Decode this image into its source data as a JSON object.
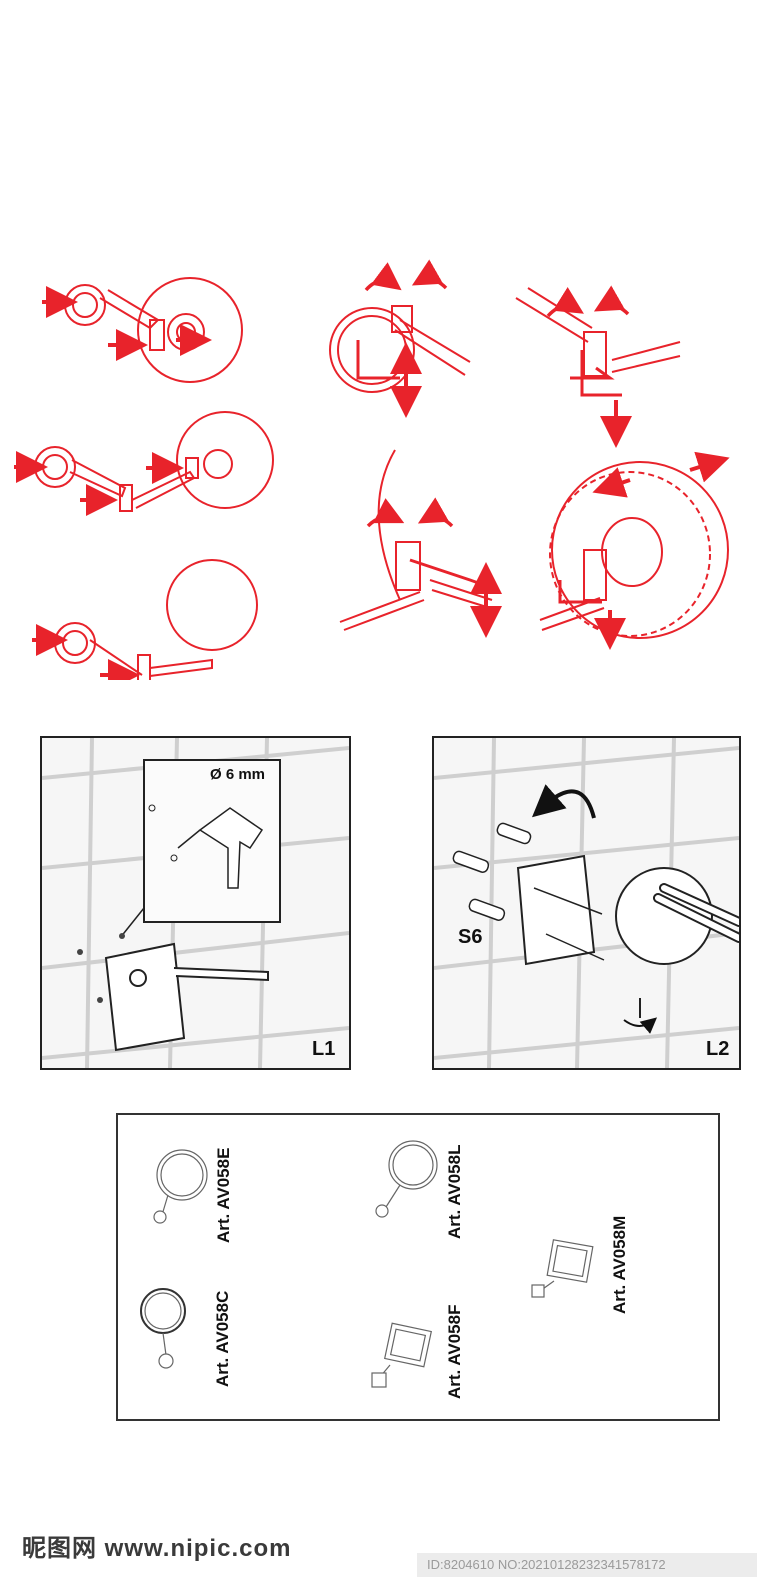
{
  "install": {
    "drill_label": "Ø 6 mm",
    "panel1_label": "L1",
    "panel2_label": "L2",
    "screw_label": "S6"
  },
  "models": {
    "items": [
      {
        "code": "Art. AV058E"
      },
      {
        "code": "Art. AV058L"
      },
      {
        "code": "Art. AV058M"
      },
      {
        "code": "Art. AV058C"
      },
      {
        "code": "Art. AV058F"
      }
    ]
  },
  "watermark": {
    "site": "昵图网 www.nipic.com",
    "id_line": "ID:8204610 NO:20210128232341578172"
  },
  "colors": {
    "red": "#e8232b",
    "line": "#222222"
  }
}
